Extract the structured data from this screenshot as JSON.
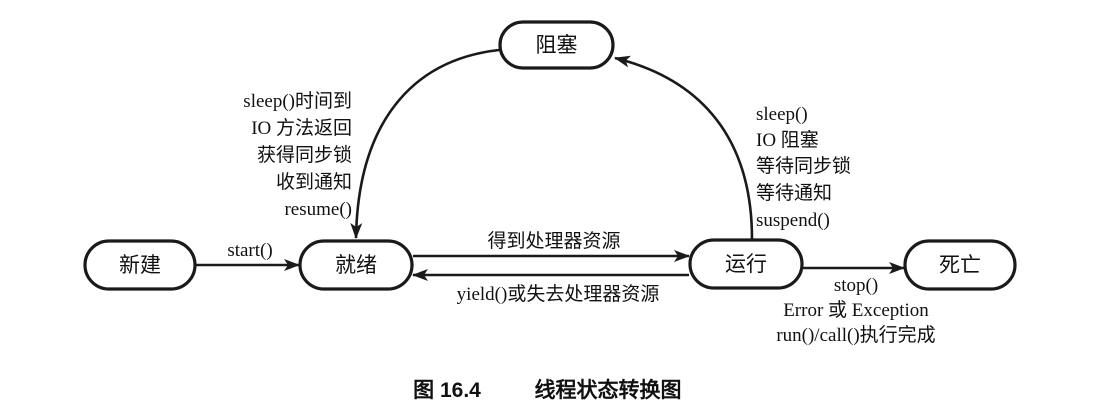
{
  "states": {
    "blocked": "阻塞",
    "new": "新建",
    "ready": "就绪",
    "running": "运行",
    "dead": "死亡"
  },
  "transitions": {
    "new_to_ready": [
      "start()"
    ],
    "ready_to_running": [
      "得到处理器资源"
    ],
    "running_to_ready": [
      "yield()或失去处理器资源"
    ],
    "running_to_dead": [
      "stop()",
      "Error 或 Exception",
      "run()/call()执行完成"
    ],
    "running_to_blocked": [
      "sleep()",
      "IO 阻塞",
      "等待同步锁",
      "等待通知",
      "suspend()"
    ],
    "blocked_to_ready": [
      "sleep()时间到",
      "IO 方法返回",
      "获得同步锁",
      "收到通知",
      "resume()"
    ]
  },
  "caption": {
    "figure_number": "图 16.4",
    "title": "线程状态转换图"
  }
}
